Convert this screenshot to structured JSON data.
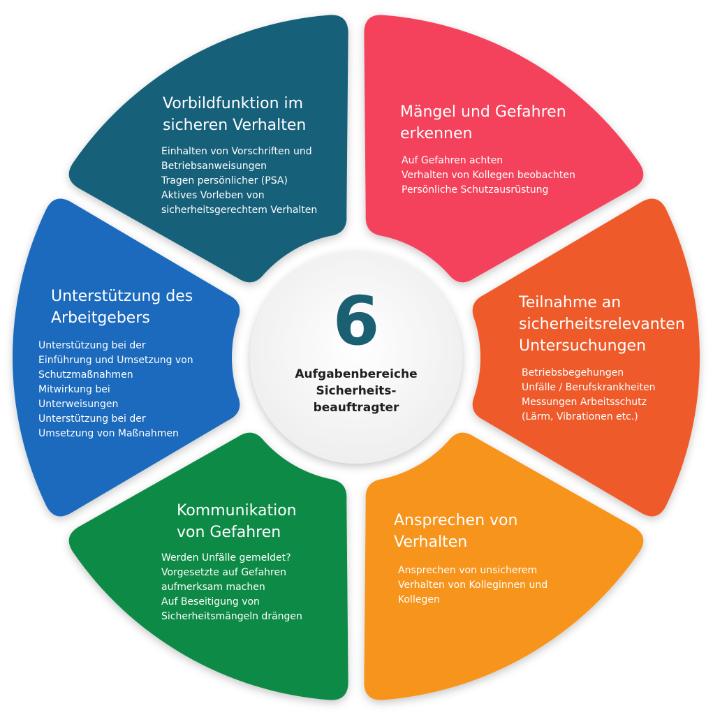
{
  "center": {
    "number": "6",
    "label_lines": [
      "Aufgabenbereiche",
      "Sicherheits-",
      "beauftragter"
    ]
  },
  "segments": [
    {
      "id": "vorbild",
      "color": "#12607a",
      "title_lines": [
        "Vorbildfunktion im",
        "sicheren Verhalten"
      ],
      "items": [
        "Einhalten von Vorschriften und",
        "Betriebsanweisungen",
        "Tragen persönlicher  (PSA)",
        "Aktives Vorleben von",
        "sicherheitsgerechtem Verhalten"
      ]
    },
    {
      "id": "maengel",
      "color": "#f4435c",
      "title_lines": [
        "Mängel und Gefahren",
        "erkennen"
      ],
      "items": [
        "Auf Gefahren achten",
        "Verhalten von Kollegen beobachten",
        "Persönliche Schutzausrüstung"
      ]
    },
    {
      "id": "teilnahme",
      "color": "#ee5a2a",
      "title_lines": [
        "Teilnahme an",
        "sicherheitsrelevanten",
        "Untersuchungen"
      ],
      "items": [
        "Betriebsbegehungen",
        "Unfälle / Berufskrankheiten",
        "Messungen Arbeitsschutz",
        "(Lärm, Vibrationen etc.)"
      ]
    },
    {
      "id": "ansprechen",
      "color": "#f7941d",
      "title_lines": [
        "Ansprechen von",
        "Verhalten"
      ],
      "items": [
        "Ansprechen von unsicherem",
        "Verhalten von Kolleginnen und",
        "Kollegen"
      ]
    },
    {
      "id": "kommunikation",
      "color": "#0b8a45",
      "title_lines": [
        "Kommunikation",
        "von Gefahren"
      ],
      "items": [
        "Werden Unfälle gemeldet?",
        "Vorgesetzte auf Gefahren",
        "aufmerksam machen",
        "Auf Beseitigung von",
        "Sicherheitsmängeln drängen"
      ]
    },
    {
      "id": "unterstuetzung",
      "color": "#1a6bbd",
      "title_lines": [
        "Unterstützung des",
        "Arbeitgebers"
      ],
      "items": [
        "Unterstützung bei der",
        "Einführung und Umsetzung von",
        "Schutzmaßnahmen",
        "Mitwirkung bei",
        "Unterweisungen",
        "Unterstützung bei der",
        "Umsetzung von Maßnahmen"
      ]
    }
  ]
}
